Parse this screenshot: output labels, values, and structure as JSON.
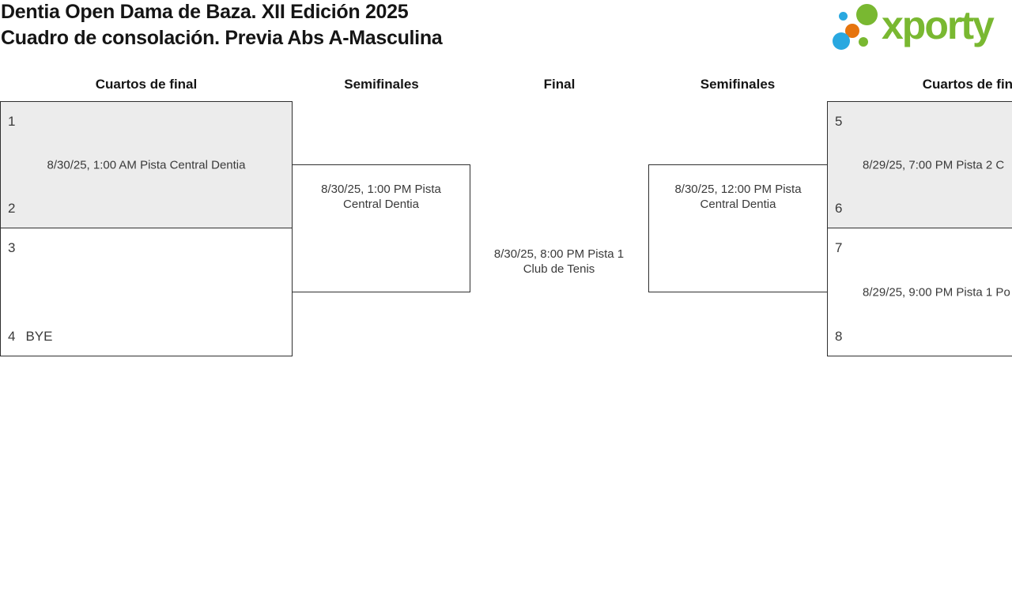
{
  "header": {
    "title_line1": "Dentia Open Dama de Baza. XII Edición 2025",
    "title_line2": "Cuadro de consolación. Previa Abs A-Masculina",
    "logo": {
      "text": "xporty",
      "green": "#79b831",
      "blue": "#29a8e0",
      "orange": "#e6750e"
    }
  },
  "columns": {
    "left_quarters": "Cuartos de final",
    "left_semis": "Semifinales",
    "final": "Final",
    "right_semis": "Semifinales",
    "right_quarters": "Cuartos de final"
  },
  "bracket": {
    "q_top_left": {
      "seed_top": "1",
      "name_top": "",
      "match_info": "8/30/25, 1:00 AM Pista Central Dentia",
      "seed_bottom": "2",
      "name_bottom": ""
    },
    "q_bottom_left": {
      "seed_top": "3",
      "name_top": "",
      "match_info": "",
      "seed_bottom": "4",
      "name_bottom": "BYE"
    },
    "semi_left": {
      "match_info": "8/30/25, 1:00 PM Pista Central Dentia"
    },
    "final": {
      "match_info": "8/30/25, 8:00 PM Pista 1 Club de Tenis"
    },
    "semi_right": {
      "match_info": "8/30/25, 12:00 PM Pista Central Dentia"
    },
    "q_top_right": {
      "seed_top": "5",
      "name_top": "",
      "match_info": "8/29/25, 7:00 PM Pista 2 C",
      "seed_bottom": "6",
      "name_bottom": ""
    },
    "q_bottom_right": {
      "seed_top": "7",
      "name_top": "",
      "match_info": "8/29/25, 9:00 PM Pista 1 Po",
      "seed_bottom": "8",
      "name_bottom": ""
    }
  },
  "colors": {
    "box_fill_highlight": "#ececec",
    "box_border": "#2f2f2f",
    "text": "#3a3a3a"
  }
}
